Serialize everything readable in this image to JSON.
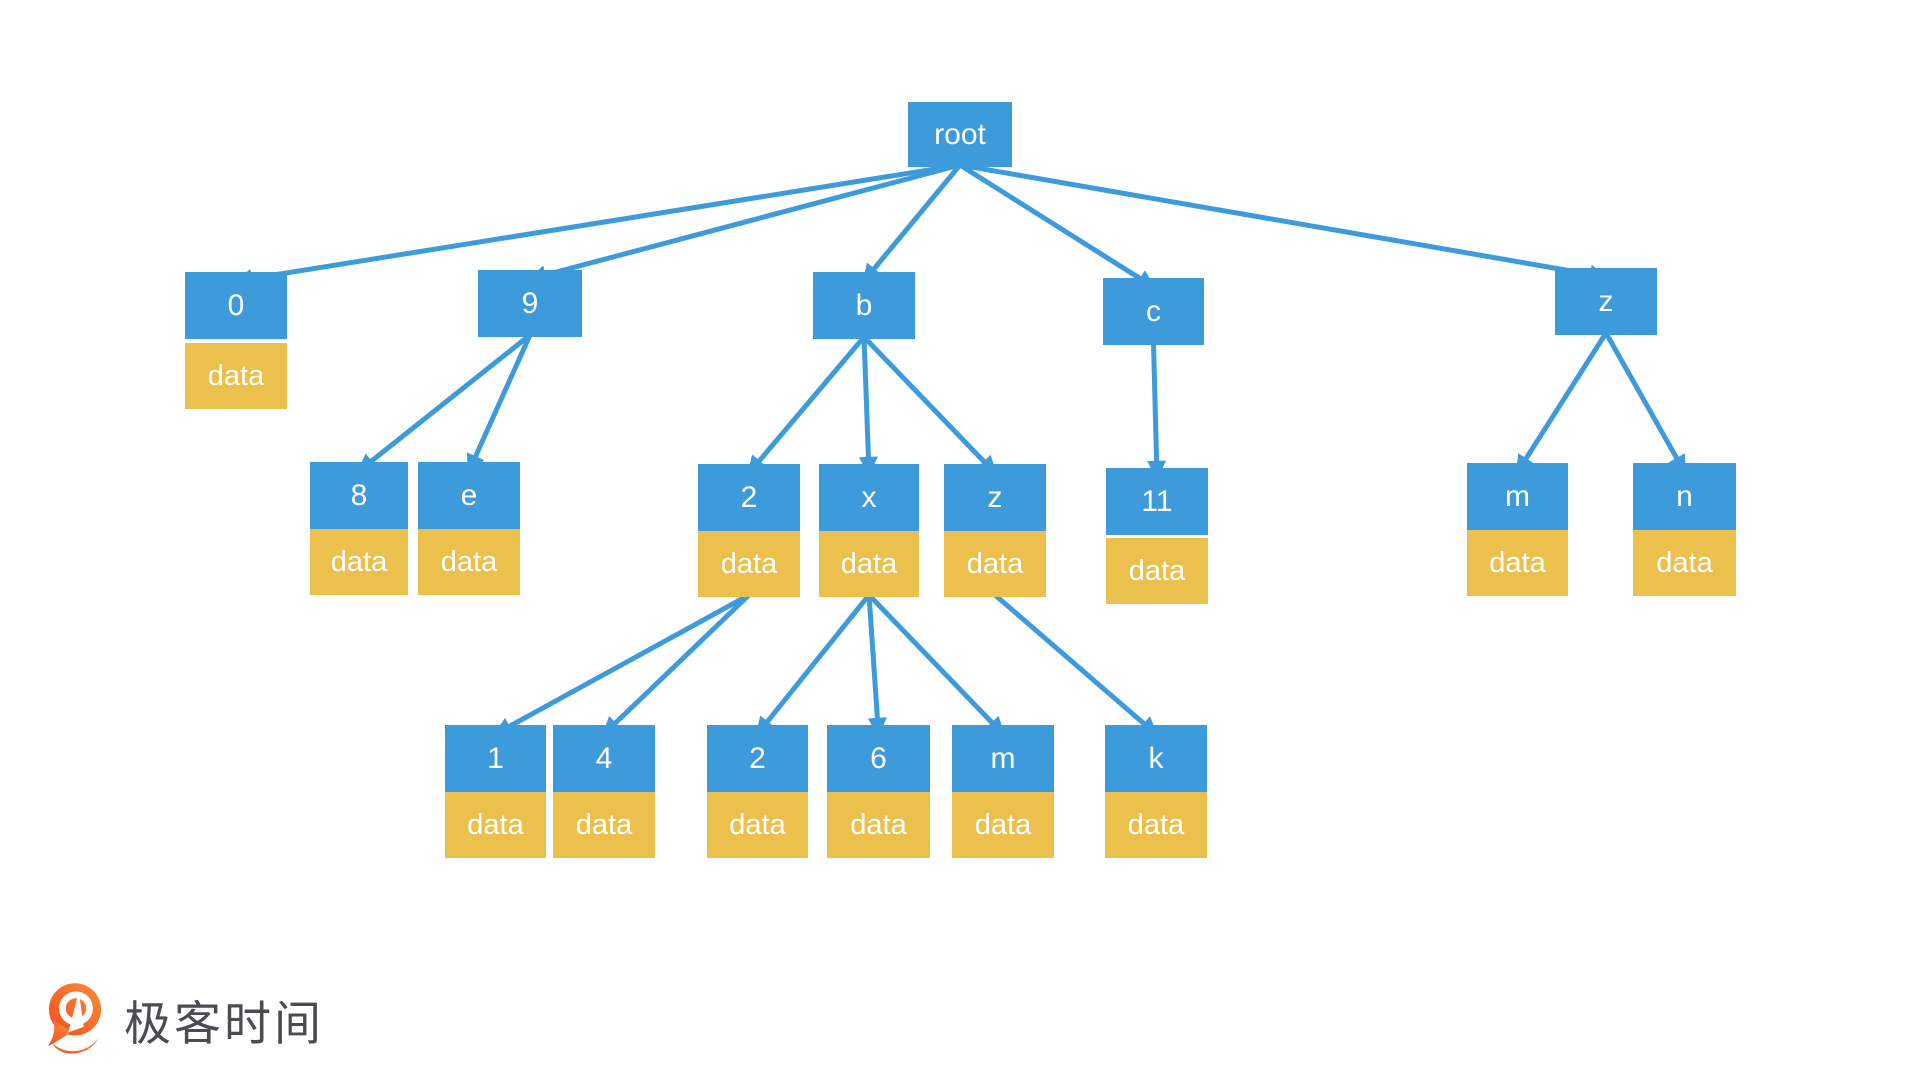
{
  "colors": {
    "background": "#ffffff",
    "node_fill": "#3e9bdb",
    "data_fill": "#ecc04d",
    "edge": "#3d9bdb",
    "node_text": "#ffffff",
    "logo_text_color": "#4b4b52",
    "logo_orange_start": "#f1511b",
    "logo_orange_end": "#fb8c3c"
  },
  "logo": {
    "brand_text": "极客时间",
    "icon": "geektime-pin-icon"
  },
  "tree": {
    "nodes": {
      "root": {
        "label": "root"
      },
      "a0": {
        "label": "0",
        "data_label": "data"
      },
      "a9": {
        "label": "9"
      },
      "ab": {
        "label": "b"
      },
      "ac": {
        "label": "c"
      },
      "az": {
        "label": "z"
      },
      "b8": {
        "label": "8",
        "data_label": "data"
      },
      "be": {
        "label": "e",
        "data_label": "data"
      },
      "b2": {
        "label": "2",
        "data_label": "data"
      },
      "bx": {
        "label": "x",
        "data_label": "data"
      },
      "bz": {
        "label": "z",
        "data_label": "data"
      },
      "c11": {
        "label": "11",
        "data_label": "data"
      },
      "cm": {
        "label": "m",
        "data_label": "data"
      },
      "cn": {
        "label": "n",
        "data_label": "data"
      },
      "d1": {
        "label": "1",
        "data_label": "data"
      },
      "d4": {
        "label": "4",
        "data_label": "data"
      },
      "d2": {
        "label": "2",
        "data_label": "data"
      },
      "d6": {
        "label": "6",
        "data_label": "data"
      },
      "dm": {
        "label": "m",
        "data_label": "data"
      },
      "dk": {
        "label": "k",
        "data_label": "data"
      }
    },
    "edges": [
      {
        "from": "root",
        "to": "a0"
      },
      {
        "from": "root",
        "to": "a9"
      },
      {
        "from": "root",
        "to": "ab"
      },
      {
        "from": "root",
        "to": "ac"
      },
      {
        "from": "root",
        "to": "az"
      },
      {
        "from": "a9",
        "to": "b8"
      },
      {
        "from": "a9",
        "to": "be"
      },
      {
        "from": "ab",
        "to": "b2"
      },
      {
        "from": "ab",
        "to": "bx"
      },
      {
        "from": "ab",
        "to": "bz"
      },
      {
        "from": "ac",
        "to": "c11"
      },
      {
        "from": "az",
        "to": "cm"
      },
      {
        "from": "az",
        "to": "cn"
      },
      {
        "from": "b2",
        "to": "d1"
      },
      {
        "from": "b2",
        "to": "d4"
      },
      {
        "from": "bx",
        "to": "d2"
      },
      {
        "from": "bx",
        "to": "d6"
      },
      {
        "from": "bx",
        "to": "dm"
      },
      {
        "from": "bz",
        "to": "dk"
      }
    ]
  }
}
